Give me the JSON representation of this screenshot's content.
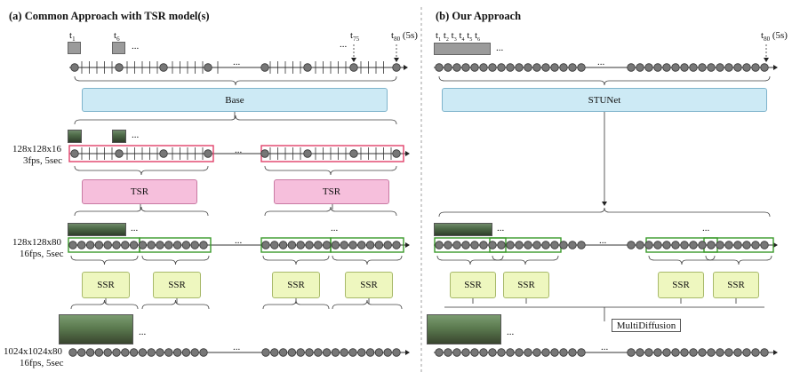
{
  "left": {
    "title": "(a) Common Approach with TSR model(s)",
    "times": {
      "t1": "t",
      "t1_sub": "1",
      "t6": "t",
      "t6_sub": "6",
      "t75": "t",
      "t75_sub": "75",
      "t80": "t",
      "t80_sub": "80",
      "t80_suffix": "(5s)"
    },
    "base_label": "Base",
    "tsr_label": "TSR",
    "ssr_label": "SSR",
    "row_labels": {
      "r1a": "128x128x16",
      "r1b": "3fps, 5sec",
      "r2a": "128x128x80",
      "r2b": "16fps, 5sec",
      "r3a": "1024x1024x80",
      "r3b": "16fps, 5sec"
    },
    "ellipsis": "..."
  },
  "right": {
    "title": "(b) Our Approach",
    "times": {
      "t": "t",
      "subs": [
        "1",
        "2",
        "3",
        "4",
        "5",
        "6"
      ],
      "t80": "t",
      "t80_sub": "80",
      "t80_suffix": "(5s)"
    },
    "stunet_label": "STUNet",
    "ssr_label": "SSR",
    "multidiffusion_label": "MultiDiffusion",
    "ellipsis": "..."
  },
  "colors": {
    "base_fill": "#cdeaf5",
    "tsr_fill": "#f6bfdc",
    "ssr_fill": "#eef7bf",
    "red_window": "#e0406a",
    "green_window": "#3a9a2a",
    "node": "#777777"
  }
}
